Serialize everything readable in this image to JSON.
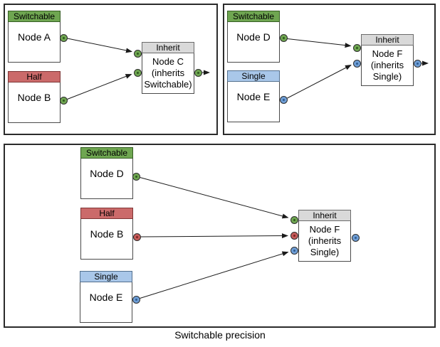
{
  "caption": "Switchable precision",
  "colors": {
    "switchable_green": "#6FA651",
    "half_red": "#CB6A6A",
    "single_blue": "#A9C7E9",
    "inherit_gray": "#D9D9D9",
    "port_green": "#6FA651",
    "port_red": "#C55B59",
    "port_blue": "#6E9ED6",
    "arrow": "#1a1a1a"
  },
  "panels": [
    {
      "id": "top-left",
      "nodes": [
        {
          "header": "Switchable",
          "name": "Node A",
          "output_port": "green"
        },
        {
          "header": "Half",
          "name": "Node B",
          "output_port": "green"
        },
        {
          "header": "Inherit",
          "name": "Node C (inherits Switchable)",
          "input_ports": [
            "green",
            "green"
          ],
          "output_port": "green",
          "has_output_arrow": true
        }
      ]
    },
    {
      "id": "top-right",
      "nodes": [
        {
          "header": "Switchable",
          "name": "Node D",
          "output_port": "green"
        },
        {
          "header": "Single",
          "name": "Node E",
          "output_port": "blue"
        },
        {
          "header": "Inherit",
          "name": "Node F (inherits Single)",
          "input_ports": [
            "green",
            "blue"
          ],
          "output_port": "blue",
          "has_output_arrow": true
        }
      ]
    },
    {
      "id": "bottom",
      "nodes": [
        {
          "header": "Switchable",
          "name": "Node D",
          "output_port": "green"
        },
        {
          "header": "Half",
          "name": "Node B",
          "output_port": "red"
        },
        {
          "header": "Single",
          "name": "Node E",
          "output_port": "blue"
        },
        {
          "header": "Inherit",
          "name": "Node F (inherits Single)",
          "input_ports": [
            "green",
            "red",
            "blue"
          ],
          "output_port": "blue",
          "has_output_arrow": false
        }
      ]
    }
  ]
}
